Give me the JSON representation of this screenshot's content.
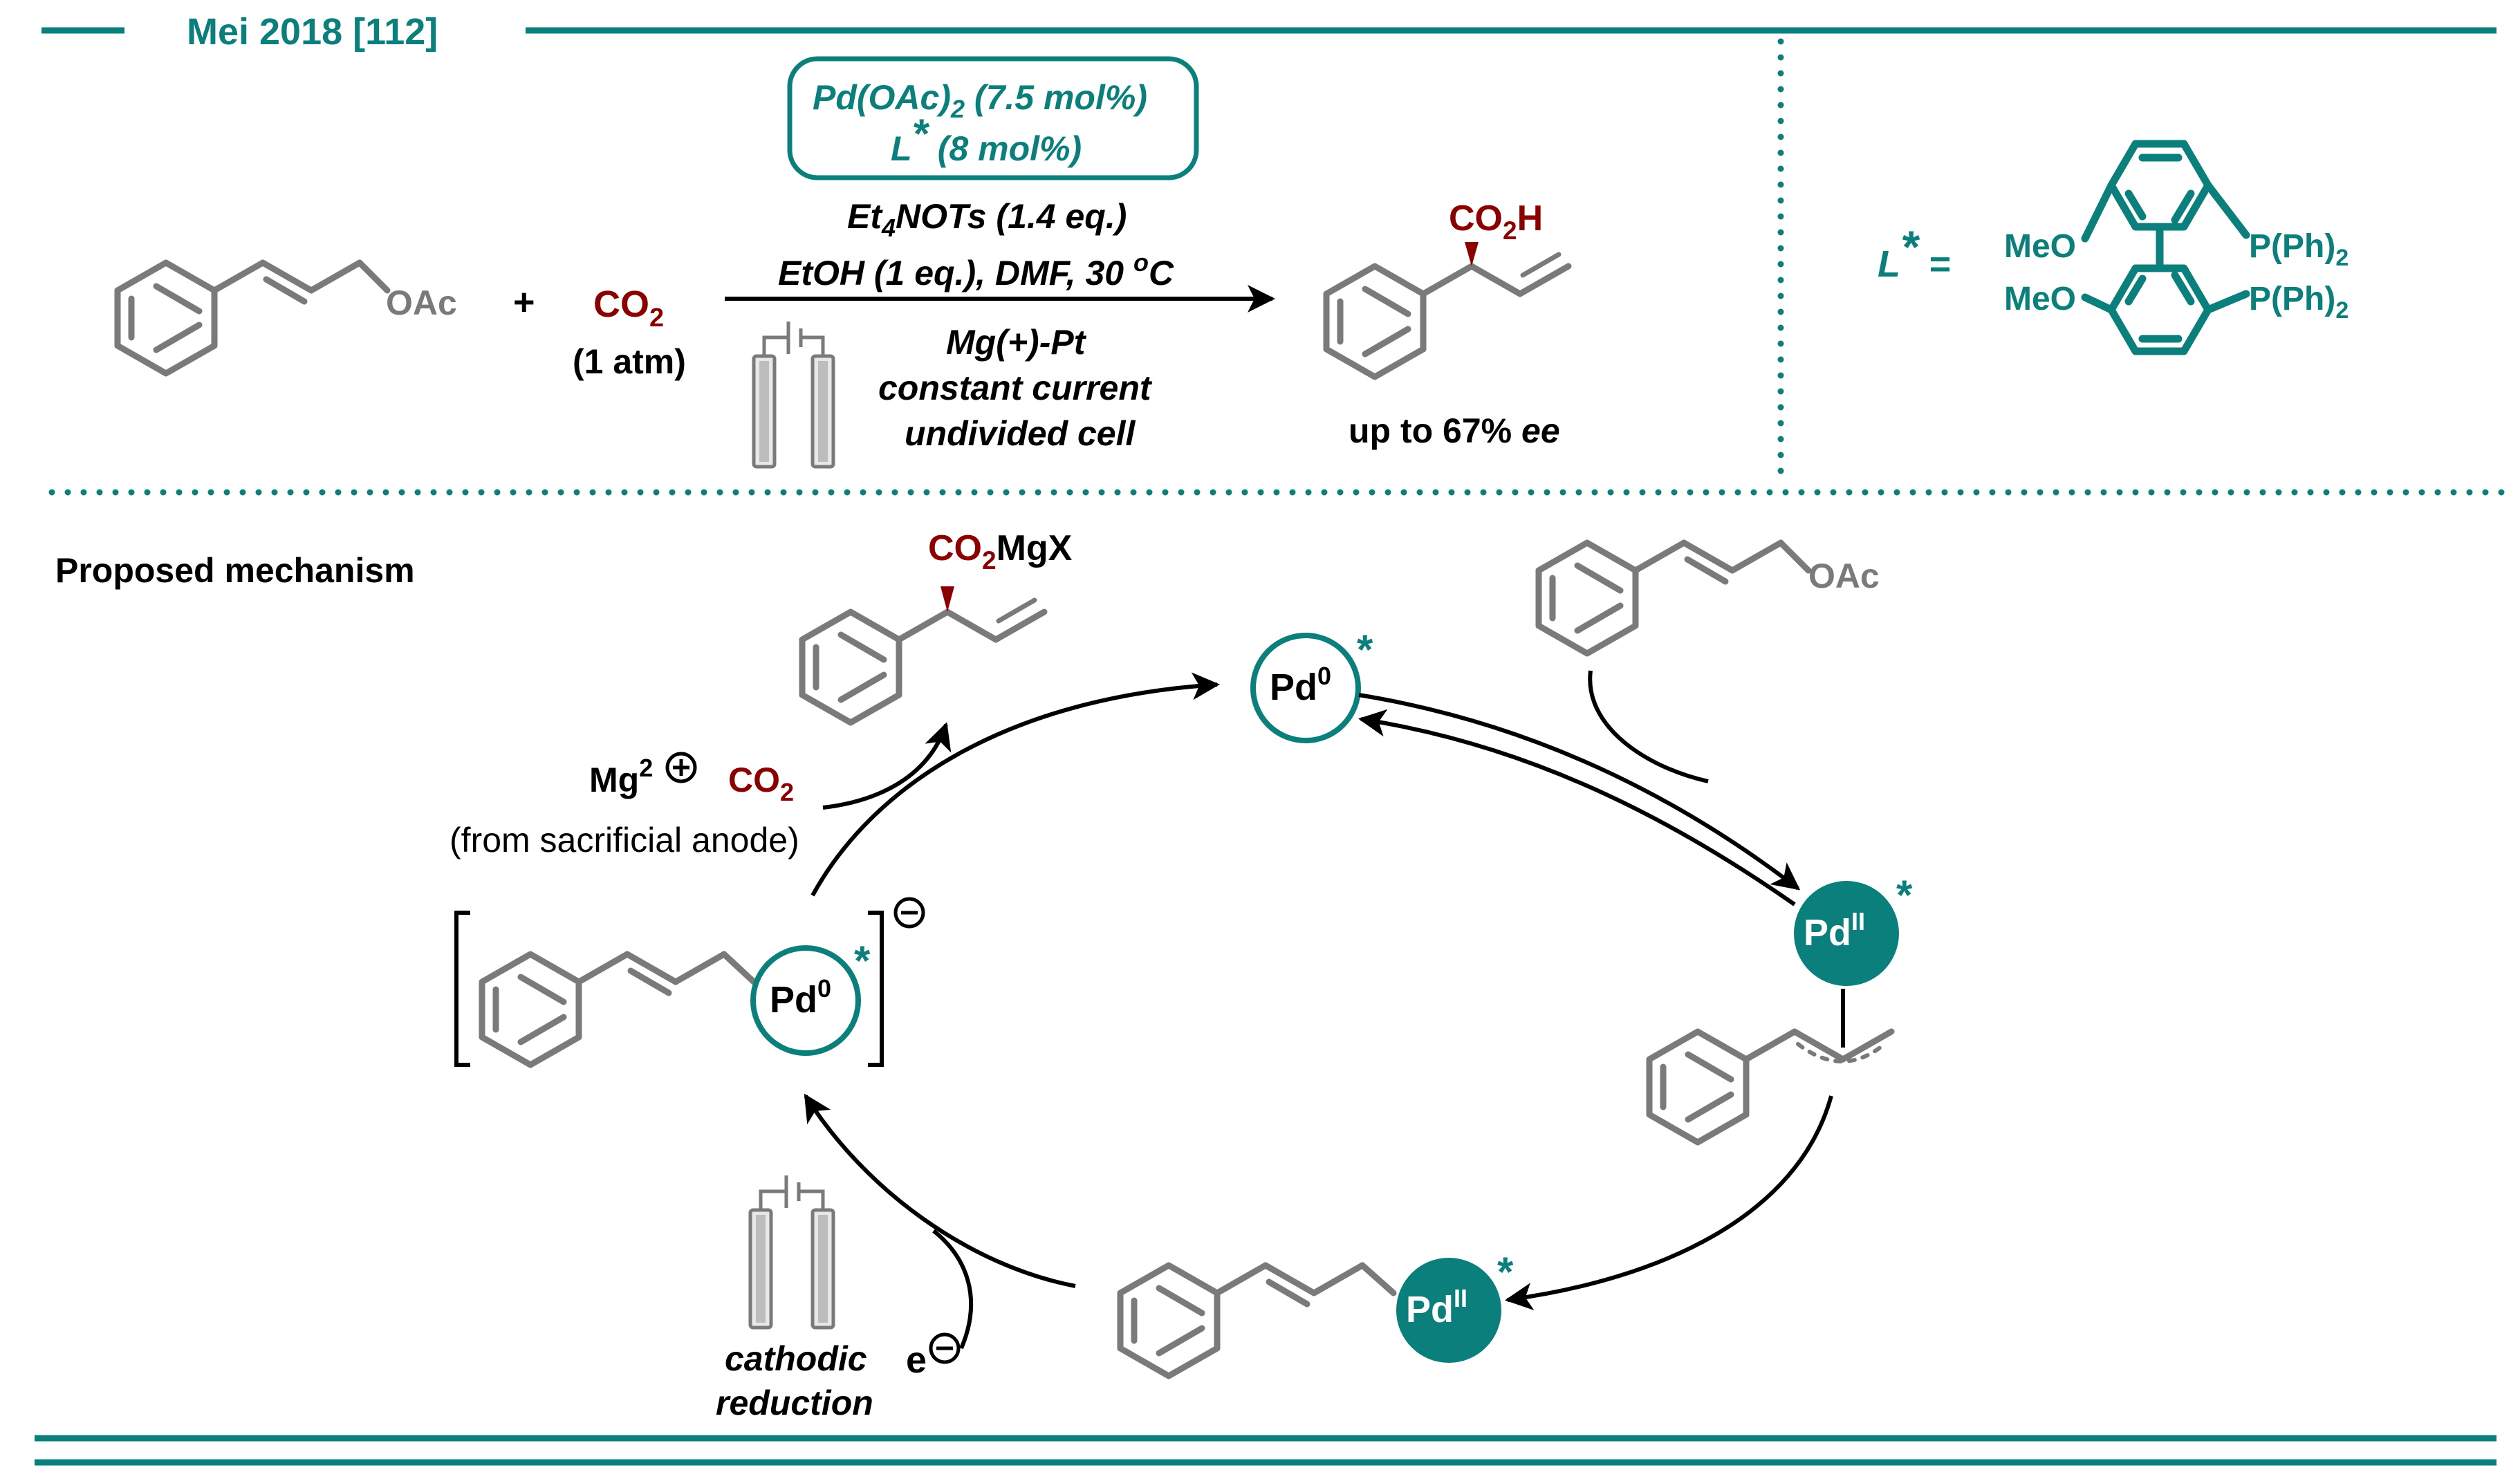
{
  "colors": {
    "teal": "#0b7f7c",
    "red": "#8b0000",
    "bond": "#7a7a7a",
    "black": "#000000"
  },
  "header": {
    "title": "Mei 2018 [112]"
  },
  "reaction": {
    "sm_oac": "OAc",
    "plus": "+",
    "co2_main": "CO",
    "co2_sub": "2",
    "co2_pressure": "(1 atm)",
    "catalyst": {
      "pd_a": "Pd(OAc)",
      "pd_sub": "2",
      "pd_b": " (7.5 mol%)",
      "lig_a": "L",
      "lig_star": "*",
      "lig_b": " (8 mol%)"
    },
    "cond1_a": "Et",
    "cond1_sub": "4",
    "cond1_b": "NOTs (1.4 eq.)",
    "cond2": "EtOH (1 eq.), DMF, 30 ",
    "cond2_deg": "o",
    "cond2_c": "C",
    "cond3": "Mg(+)-Pt",
    "cond4": "constant current",
    "cond5": "undivided cell",
    "product_co2h_a": "CO",
    "product_co2h_sub": "2",
    "product_co2h_b": "H",
    "ee": "up to 67% ",
    "ee_unit": "ee"
  },
  "ligand": {
    "lstar_a": "L",
    "lstar_star": "*",
    "lstar_eq": " =",
    "meo_top": "MeO",
    "meo_bottom": "MeO",
    "pph_top": "P(Ph)",
    "pph_top_sub": "2",
    "pph_bottom": "P(Ph)",
    "pph_bottom_sub": "2"
  },
  "mechanism": {
    "title": "Proposed mechanism",
    "prod_a": "CO",
    "prod_sub": "2",
    "prod_b": "MgX",
    "mg": "Mg",
    "mg_sup": "2",
    "plus_circle": "+",
    "co2_a": "CO",
    "co2_sub": "2",
    "anode_note": "(from sacrificial anode)",
    "pd0_top": "Pd",
    "pd0_top_sup": "0",
    "star": "*",
    "sm_oac": "OAc",
    "pd2_right": "Pd",
    "pd2_right_sup": "II",
    "pd2_bottom": "Pd",
    "pd2_bottom_sup": "II",
    "pd0_left": "Pd",
    "pd0_left_sup": "0",
    "minus": "−",
    "e_label": "e",
    "cathodic1": "cathodic",
    "cathodic2": "reduction"
  }
}
